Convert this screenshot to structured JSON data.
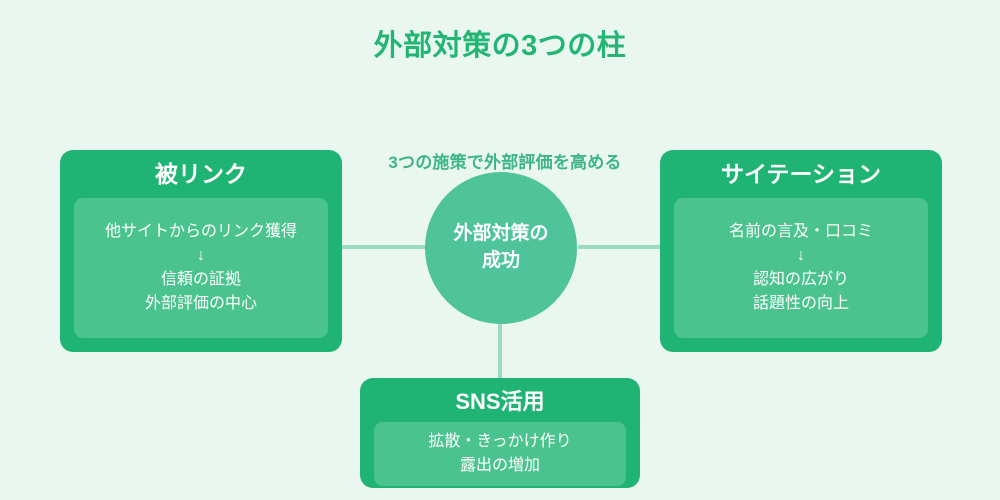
{
  "title": "外部対策の3つの柱",
  "center": {
    "subtitle": "3つの施策で外部評価を高める",
    "circle_line1": "外部対策の",
    "circle_line2": "成功"
  },
  "colors": {
    "background": "#eaf7f1",
    "title_green": "#22b573",
    "box_green": "#1fb473",
    "circle_green": "#4fc39a",
    "panel_green": "#5bc99a",
    "connector_green": "#9bdcc0",
    "text_white": "#ffffff"
  },
  "pillars": {
    "left": {
      "title": "被リンク",
      "action": "他サイトからのリンク獲得",
      "arrow": "↓",
      "result_line1": "信頼の証拠",
      "result_line2": "外部評価の中心"
    },
    "right": {
      "title": "サイテーション",
      "action": "名前の言及・口コミ",
      "arrow": "↓",
      "result_line1": "認知の広がり",
      "result_line2": "話題性の向上"
    },
    "bottom": {
      "title": "SNS活用",
      "action": "拡散・きっかけ作り",
      "result_line1": "露出の増加"
    }
  }
}
